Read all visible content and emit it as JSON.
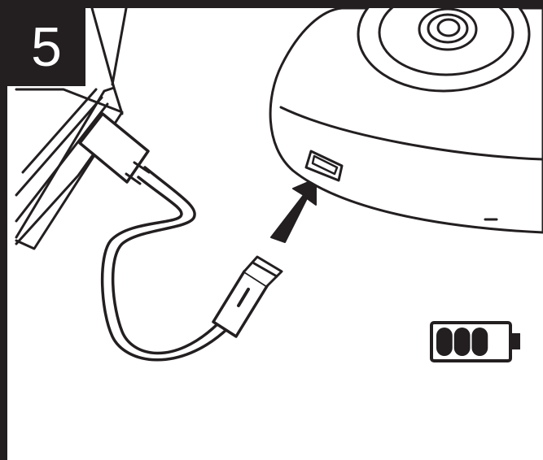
{
  "step": {
    "number": "5"
  },
  "colors": {
    "ink": "#231f20",
    "paper": "#ffffff"
  },
  "battery": {
    "charge_level": 0.75,
    "segments_total": 4,
    "segments_filled": 3
  },
  "icons": [
    "laptop-icon",
    "usb-cable-icon",
    "micro-usb-plug-icon",
    "insert-arrow-icon",
    "speaker-device-icon",
    "battery-charging-icon"
  ]
}
